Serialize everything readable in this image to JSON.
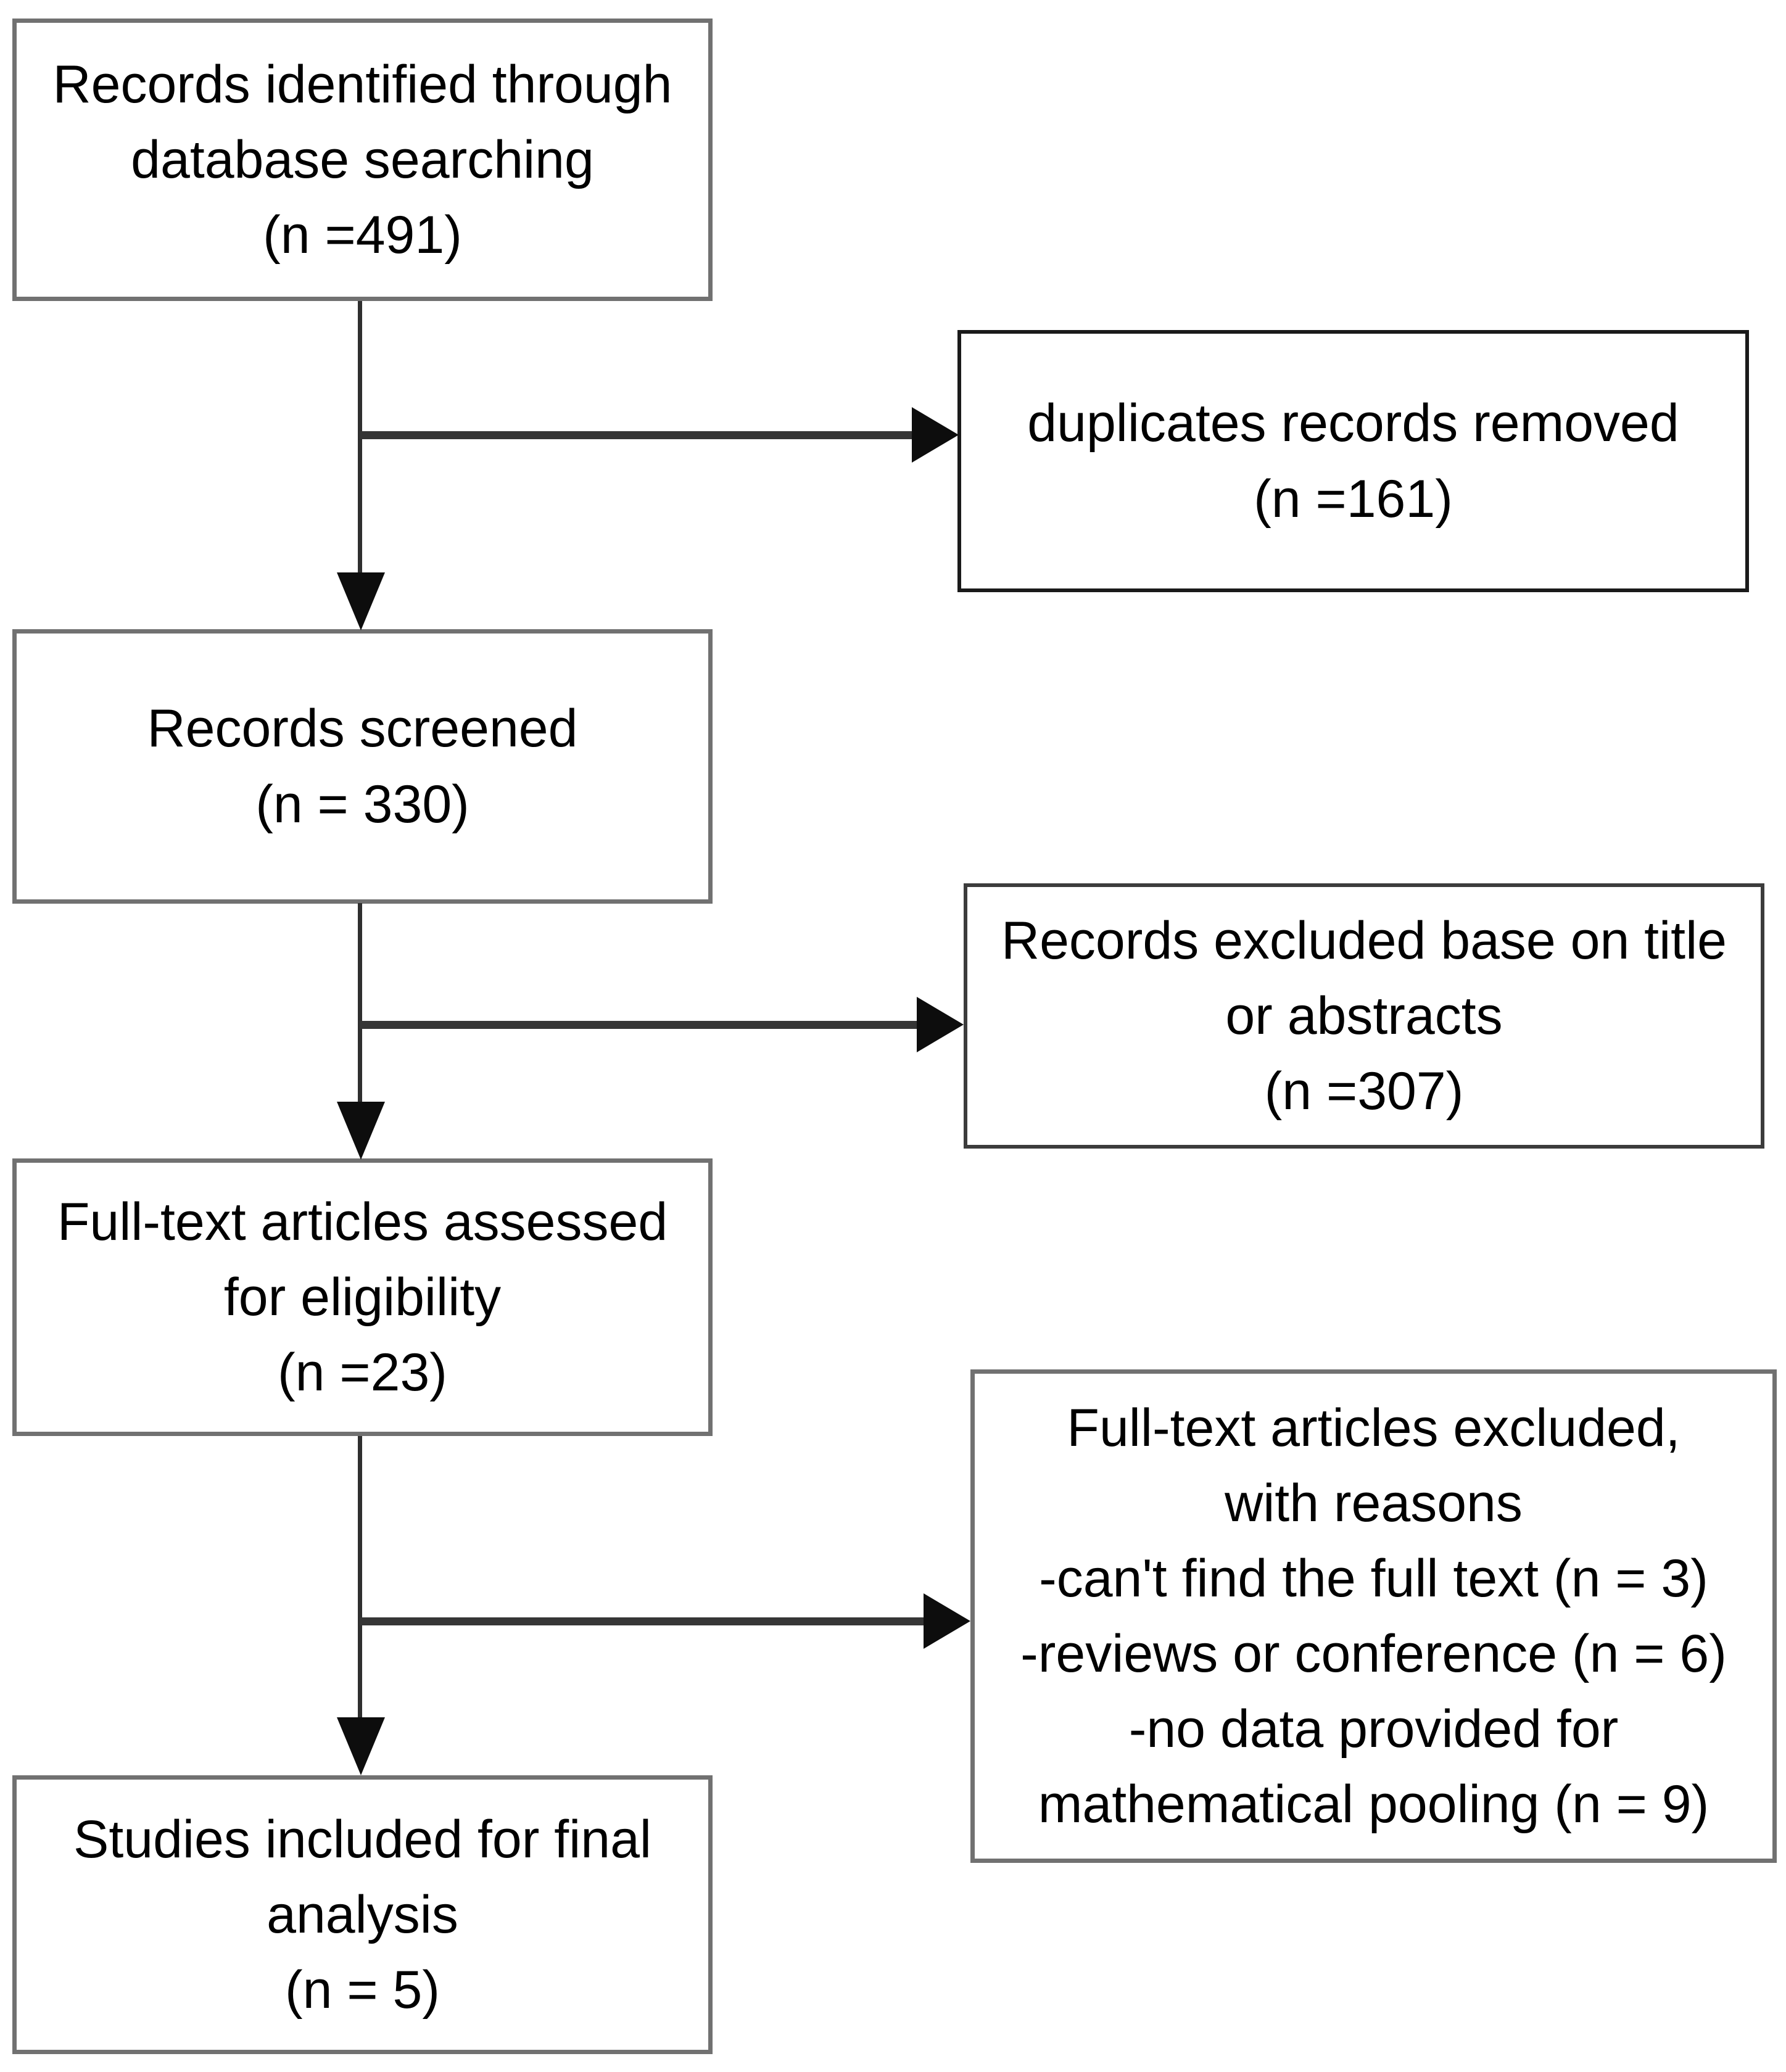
{
  "diagram_type": "prisma-flowchart",
  "boxes": [
    {
      "id": "records-identified",
      "text": "Records identified through\ndatabase searching\n(n =491)",
      "n": 491
    },
    {
      "id": "duplicates-removed",
      "text": "duplicates records removed\n(n =161)",
      "n": 161
    },
    {
      "id": "records-screened",
      "text": "Records screened\n(n = 330)",
      "n": 330
    },
    {
      "id": "records-excluded",
      "text": "Records excluded base on title\nor abstracts\n(n =307)",
      "n": 307
    },
    {
      "id": "fulltext-assessed",
      "text": "Full-text articles assessed\nfor eligibility\n(n =23)",
      "n": 23
    },
    {
      "id": "fulltext-excluded",
      "text": "Full-text articles excluded,\nwith reasons\n-can't find the full text (n = 3)\n-reviews or conference (n = 6)\n-no data provided for\nmathematical pooling (n = 9)",
      "n_reasons": {
        "cant_find_full_text": 3,
        "reviews_or_conference": 6,
        "no_data_for_pooling": 9
      }
    },
    {
      "id": "studies-included",
      "text": "Studies included for final\nanalysis\n(n = 5)",
      "n": 5
    }
  ],
  "arrows": [
    {
      "from": "records-identified",
      "to": "records-screened",
      "direction": "down"
    },
    {
      "from": "records-identified",
      "to": "duplicates-removed",
      "direction": "right"
    },
    {
      "from": "records-screened",
      "to": "fulltext-assessed",
      "direction": "down"
    },
    {
      "from": "records-screened",
      "to": "records-excluded",
      "direction": "right"
    },
    {
      "from": "fulltext-assessed",
      "to": "studies-included",
      "direction": "down"
    },
    {
      "from": "fulltext-assessed",
      "to": "fulltext-excluded",
      "direction": "right"
    }
  ],
  "colors": {
    "background": "#ffffff",
    "text": "#000000",
    "box_border_gray": "#717171",
    "box_border_dark": "#1a1a1a",
    "box_border_mid": "#3c3c3c",
    "arrow": "#0d0d0d"
  }
}
